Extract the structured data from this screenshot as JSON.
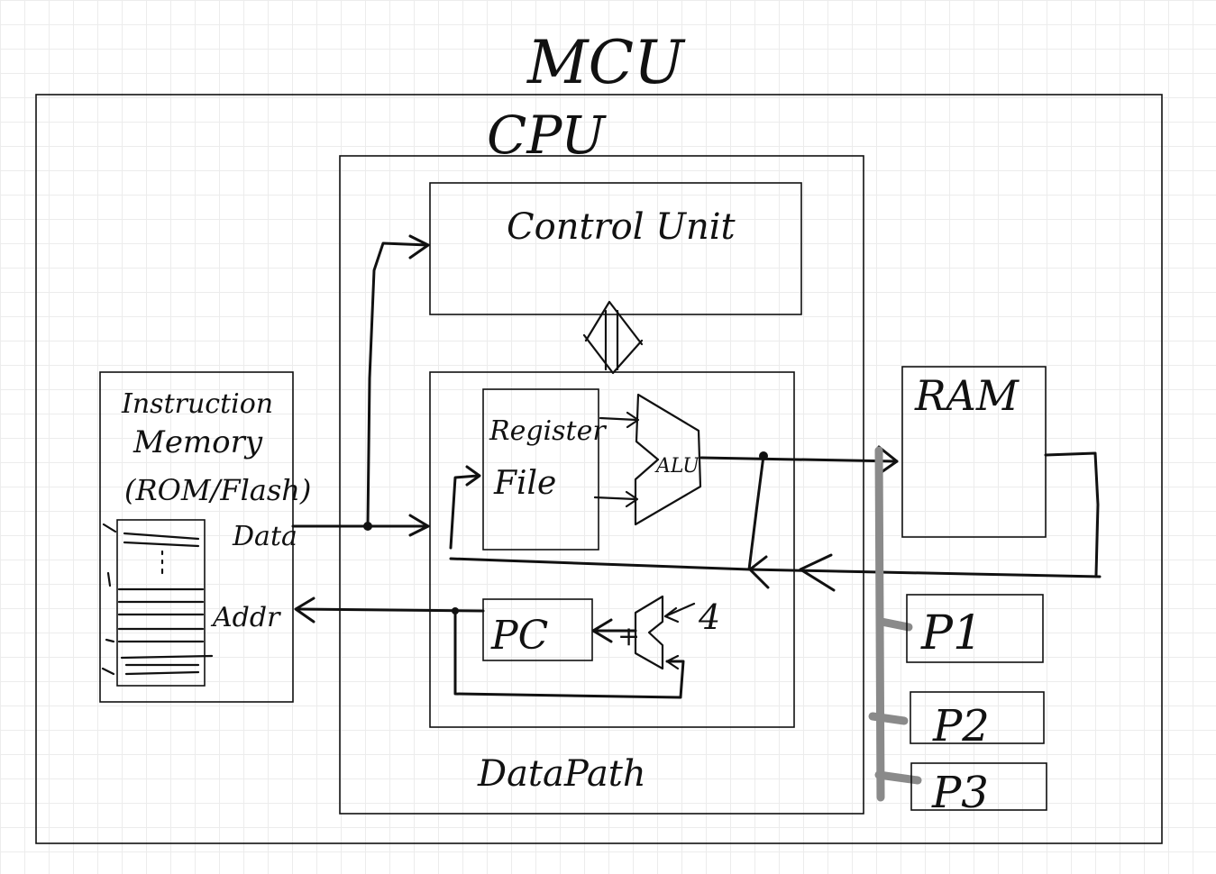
{
  "labels": {
    "mcu": "MCU",
    "cpu": "CPU",
    "control_unit": "Control Unit",
    "instruction_memory_line1": "Instruction",
    "instruction_memory_line2": "Memory",
    "instruction_memory_line3": "(ROM/Flash)",
    "data": "Data",
    "addr": "Addr",
    "register_line1": "Register",
    "register_line2": "File",
    "alu": "ALU",
    "pc": "PC",
    "adder": "+",
    "four": "4",
    "datapath": "DataPath",
    "ram": "RAM",
    "p1": "P1",
    "p2": "P2",
    "p3": "P3"
  },
  "colors": {
    "ink": "#111111",
    "bus": "#8a8a8a",
    "grid": "#ececec"
  }
}
